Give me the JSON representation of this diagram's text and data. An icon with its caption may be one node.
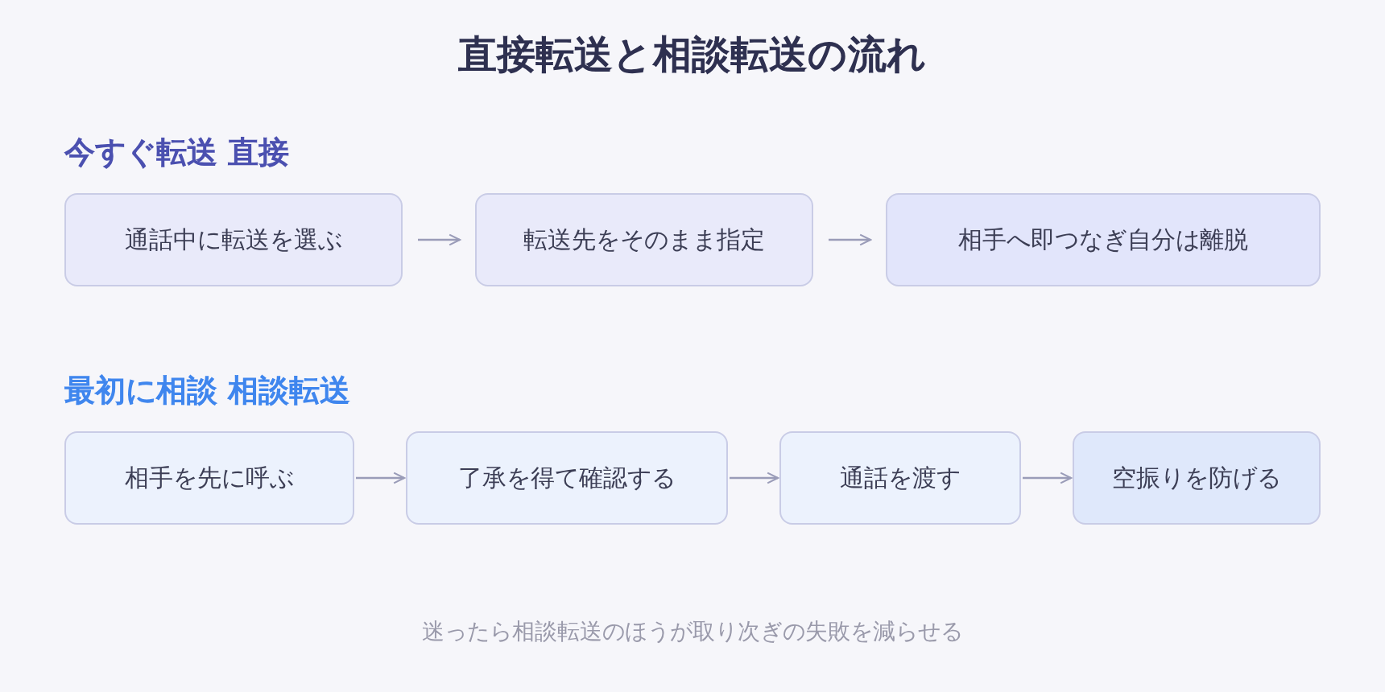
{
  "diagram": {
    "title": "直接転送と相談転送の流れ",
    "caption": "迷ったら相談転送のほうが取り次ぎの失敗を減らせる",
    "nodes": [
      {
        "text": [
          "通話中に転送を選ぶ"
        ]
      },
      {
        "text": [
          "転送先をそのまま指定"
        ]
      },
      {
        "text": [
          "相手へ即つなぎ自分は離脱"
        ]
      },
      {
        "text": [
          "相手を先に呼ぶ"
        ]
      },
      {
        "text": [
          "了承を得て確認する"
        ]
      },
      {
        "text": [
          "通話を渡す"
        ]
      },
      {
        "text": [
          "空振りを防げる"
        ]
      }
    ],
    "edges": [
      {
        "from": 0,
        "to": 1,
        "arrow": "to"
      },
      {
        "from": 1,
        "to": 2,
        "arrow": "to"
      },
      {
        "from": 3,
        "to": 4,
        "arrow": "to"
      },
      {
        "from": 4,
        "to": 5,
        "arrow": "to"
      },
      {
        "from": 5,
        "to": 6,
        "arrow": "to"
      }
    ],
    "labels": [
      "今すぐ転送 直接",
      "最初に相談 相談転送"
    ]
  }
}
